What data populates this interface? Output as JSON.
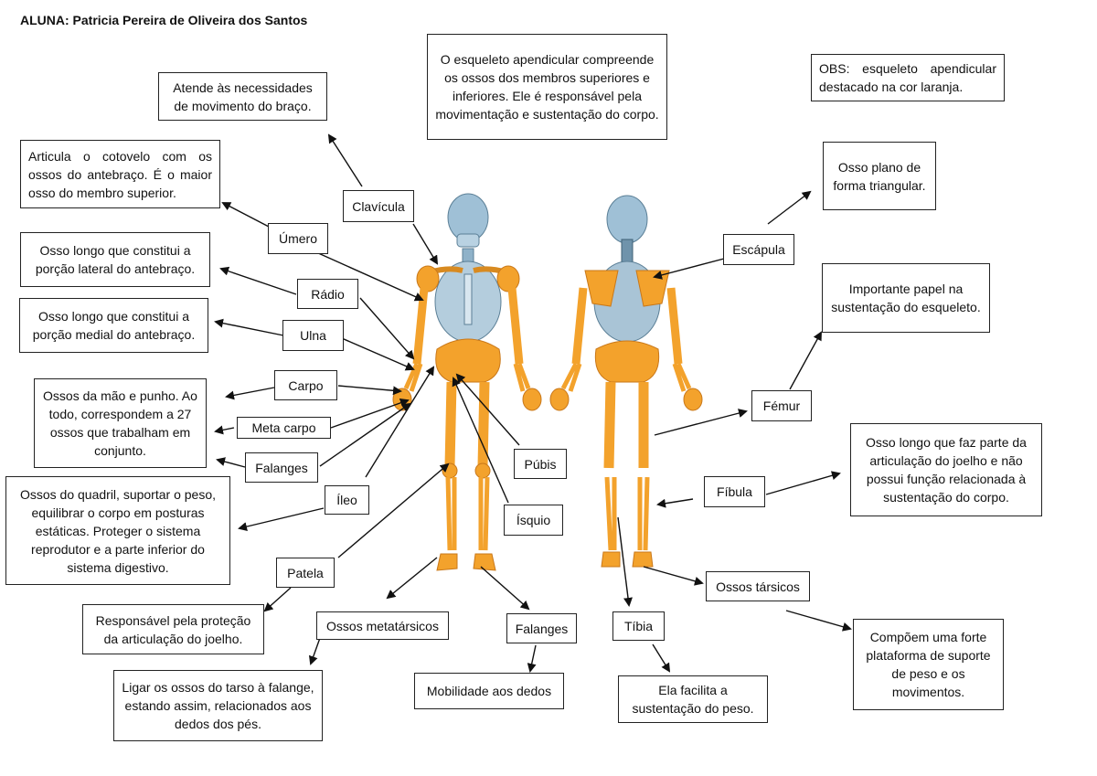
{
  "author": "ALUNA: Patricia Pereira de Oliveira dos Santos",
  "intro": "O esqueleto apendicular compreende os ossos dos membros superiores e inferiores. Ele é responsável pela movimentação e sustentação do corpo.",
  "obs": "OBS: esqueleto apendicular destacado na cor laranja.",
  "labels": {
    "clavicula": "Clavícula",
    "umero": "Úmero",
    "radio": "Rádio",
    "ulna": "Ulna",
    "carpo": "Carpo",
    "metacarpo": "Meta carpo",
    "falanges_mao": "Falanges",
    "ileo": "Íleo",
    "pubis": "Púbis",
    "isquio": "Ísquio",
    "patela": "Patela",
    "metatarsicos": "Ossos metatársicos",
    "falanges_pe": "Falanges",
    "tibia": "Tíbia",
    "escapula": "Escápula",
    "femur": "Fémur",
    "fibula": "Fíbula",
    "tarsicos": "Ossos társicos"
  },
  "descriptions": {
    "clavicula": "Atende às necessidades de movimento do braço.",
    "umero": "Articula o cotovelo com os ossos do antebraço. É o maior osso do membro superior.",
    "radio": "Osso longo que constitui a porção lateral do antebraço.",
    "ulna": "Osso longo que constitui a porção medial do antebraço.",
    "mao": "Ossos da mão e punho. Ao todo, correspondem a 27 ossos que trabalham em conjunto.",
    "ileo": "Ossos do quadril, suportar o peso, equilibrar o corpo em posturas estáticas. Proteger o sistema reprodutor e a parte inferior do sistema digestivo.",
    "patela": "Responsável pela proteção da articulação do joelho.",
    "metatarsicos": "Ligar os ossos do tarso à falange, estando assim, relacionados aos dedos dos pés.",
    "falanges_pe": "Mobilidade aos dedos",
    "tibia": "Ela facilita a sustentação do peso.",
    "escapula": "Osso plano de forma triangular.",
    "femur": "Importante papel na sustentação do esqueleto.",
    "fibula": "Osso longo que faz parte da articulação do joelho e não possui função relacionada à sustentação do corpo.",
    "tarsicos": "Compõem uma forte plataforma de suporte de peso e os movimentos."
  },
  "colors": {
    "appendicular": "#f3a22c",
    "axial": "#8fb2c9",
    "border": "#222222"
  }
}
